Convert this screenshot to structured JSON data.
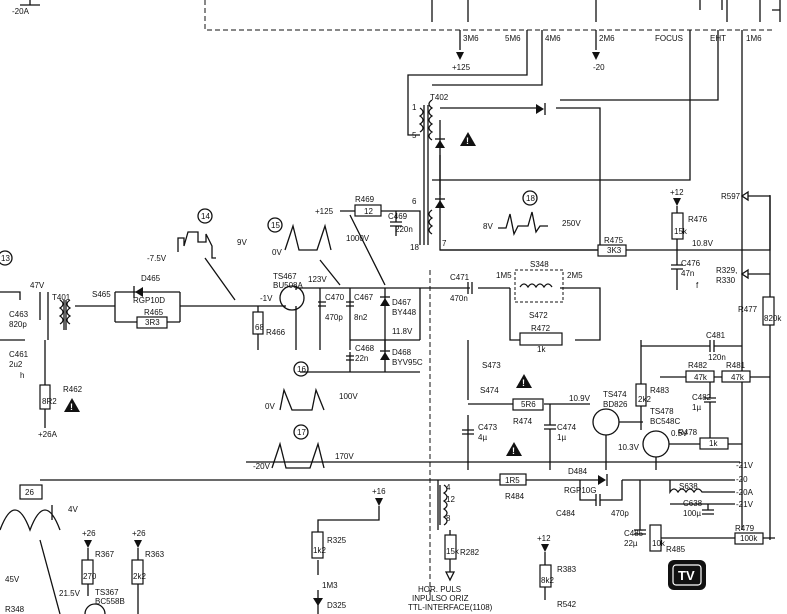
{
  "top_connectors": [
    "3M6",
    "5M6",
    "4M6",
    "2M6",
    "FOCUS",
    "EHT",
    "1M6"
  ],
  "supply_labels": {
    "p125_top": "+125",
    "m20_top": "-20",
    "m20a_top": "-20A"
  },
  "transformer": {
    "name": "T402",
    "pins": [
      "1",
      "5",
      "6",
      "18",
      "7"
    ]
  },
  "waveforms": [
    {
      "id": "14",
      "value": "9V",
      "level": "-7.5V"
    },
    {
      "id": "15",
      "left": "0V",
      "value": "1000V"
    },
    {
      "id": "16",
      "left": "0V",
      "value": "100V"
    },
    {
      "id": "17",
      "left": "-20V",
      "value": "170V"
    },
    {
      "id": "18",
      "left": "8V",
      "value": "250V"
    }
  ],
  "components": {
    "R469": "R469",
    "r469_val": "12",
    "C469": "C469",
    "c469_val": "220n",
    "TS467": "TS467",
    "ts467_type": "BU508A",
    "v123": "123V",
    "m1v": "-1V",
    "C470": "C470",
    "c470_val": "470p",
    "C467": "C467",
    "c467_val": "8n2",
    "D467": "D467",
    "d467_type": "BY448",
    "v118": "11.8V",
    "C468": "C468",
    "c468_val": "22n",
    "D468": "D468",
    "d468_type": "BYV95C",
    "D465": "D465",
    "d465_type": "RGP10D",
    "R465": "R465",
    "r465_val": "3R3",
    "S465": "S465",
    "T401": "T401",
    "R466": "R466",
    "r466_val": "68",
    "C463": "C463",
    "c463_val": "820p",
    "C461": "C461",
    "c461_val": "2u2",
    "h": "h",
    "R462": "R462",
    "r462_val": "8R2",
    "p26a": "+26A",
    "v47": "47V",
    "p125": "+125",
    "C471": "C471",
    "c471_val": "470n",
    "S348": "S348",
    "m1m5": "1M5",
    "m2m5": "2M5",
    "S472": "S472",
    "R472": "R472",
    "r472_val": "1k",
    "S473": "S473",
    "S474": "S474",
    "R474": "R474",
    "r474_val": "5R6",
    "C473": "C473",
    "c473_val": "4µ",
    "C474": "C474",
    "c474_val": "1µ",
    "TS474": "TS474",
    "ts474_type": "BD826",
    "v109": "10.9V",
    "R483": "R483",
    "r483_val": "2k2",
    "TS478": "TS478",
    "ts478_type": "BC548C",
    "v05": "0.5V",
    "v103": "10.3V",
    "C482": "C482",
    "c482_val": "1µ",
    "R478": "R478",
    "r478_val": "1k",
    "C481": "C481",
    "c481_val": "120n",
    "R482": "R482",
    "r482_val": "47k",
    "R481": "R481",
    "r481_val": "47k",
    "R475": "R475",
    "r475_val": "3K3",
    "v108": "10.8V",
    "R476": "R476",
    "r476_val": "15k",
    "p12": "+12",
    "C476": "C476",
    "c476_val": "47n",
    "f": "f",
    "R597": "R597",
    "R329": "R329,",
    "R330": "R330",
    "R477": "R477",
    "r477_val": "820k",
    "D484": "D484",
    "d484_type": "RGP10G",
    "R484": "R484",
    "r484_val": "1R5",
    "C484": "C484",
    "c484_val": "470p",
    "S638": "S638",
    "C638": "C638",
    "c638_val": "100µ",
    "C485": "C485",
    "c485_val": "22µ",
    "R485": "R485",
    "r485_val": "10k",
    "R479": "R479",
    "r479_val": "100k",
    "m21v_a": "-21V",
    "m20": "-20",
    "m20a": "-20A",
    "m21v_b": "-21V",
    "p16": "+16",
    "R325": "R325",
    "r325_val": "1k2",
    "m1m3": "1M3",
    "D325": "D325",
    "R282": "R282",
    "r282_val": "15k",
    "p12b": "+12",
    "R383": "R383",
    "r383_val": "8k2",
    "R542": "R542",
    "R367": "R367",
    "r367_val": "270",
    "R363": "R363",
    "r363_val": "2k2",
    "p26a2": "+26",
    "p26b": "+26",
    "TS367": "TS367",
    "ts367_type": "BC558B",
    "v215": "21.5V",
    "v45": "45V",
    "R348": "R348",
    "box26": "26",
    "v4": "4V",
    "pin4": "4",
    "pin12": "12",
    "pin8": "8"
  },
  "interface_labels": {
    "line1": "HOR. PULS",
    "line2": "INPULSO ORIZ",
    "line3": "TTL-INTERFACE(1108)"
  },
  "tv_logo": "TV"
}
